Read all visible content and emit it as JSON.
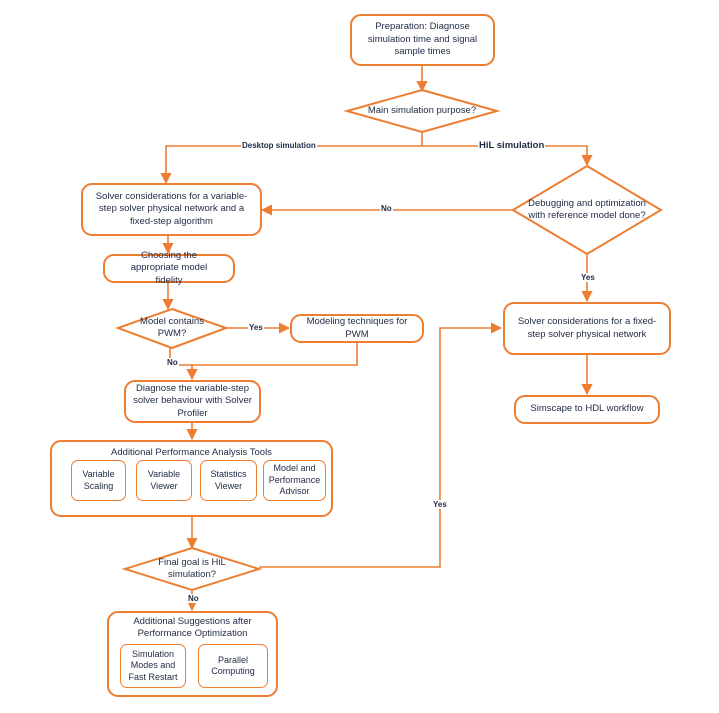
{
  "colors": {
    "accent": "#ED7D31",
    "text": "#1f2a44",
    "background": "#ffffff"
  },
  "nodes": {
    "preparation": "Preparation: Diagnose simulation time and signal sample times",
    "main_purpose": "Main simulation purpose?",
    "debugging": "Debugging and optimization with reference model done?",
    "variable_step_considerations": "Solver considerations for a variable-step solver physical network and a fixed-step algorithm",
    "model_fidelity": "Choosing the appropriate model fidelity",
    "contains_pwm": "Model contains PWM?",
    "pwm_techniques": "Modeling techniques for PWM",
    "diagnose_variable_step": "Diagnose the variable-step solver behaviour with Solver Profiler",
    "fixed_step_considerations": "Solver considerations for a fixed-step solver physical network",
    "simscape_hdl": "Simscape to HDL workflow",
    "final_goal": "Final goal is HiL simulation?"
  },
  "performance_tools": {
    "title": "Additional Performance Analysis Tools",
    "items": [
      "Variable Scaling",
      "Variable Viewer",
      "Statistics Viewer",
      "Model and Performance Advisor"
    ]
  },
  "suggestions": {
    "title": "Additional Suggestions after Performance Optimization",
    "items": [
      "Simulation Modes and Fast Restart",
      "Parallel Computing"
    ]
  },
  "edge_labels": {
    "desktop": "Desktop simulation",
    "hil": "HiL simulation",
    "no_debug": "No",
    "yes_debug": "Yes",
    "yes_pwm": "Yes",
    "no_pwm": "No",
    "yes_final": "Yes",
    "no_final": "No"
  }
}
